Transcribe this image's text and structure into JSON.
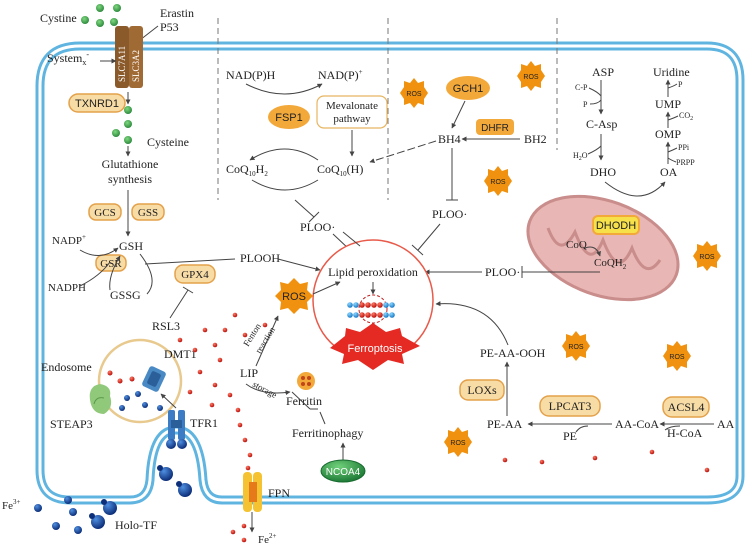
{
  "transport": {
    "cystine": "Cystine",
    "erastin": "Erastin",
    "p53": "P53",
    "system": "System",
    "system_sub": "x",
    "system_sup": "-",
    "slc7a11": "SLC7A11",
    "slc3a2": "SLC3A2",
    "txnrd1": "TXNRD1",
    "cysteine": "Cysteine",
    "gsh_synthesis_1": "Glutathione",
    "gsh_synthesis_2": "synthesis",
    "gcs": "GCS",
    "gss": "GSS",
    "nadp": "NADP",
    "nadp_sup": "+",
    "gsr": "GSR",
    "nadph": "NADPH",
    "gsh": "GSH",
    "gssg": "GSSG",
    "gpx4": "GPX4",
    "plooh": "PLOOH",
    "rsl3": "RSL3"
  },
  "fsp1_axis": {
    "nadph_left": "NAD(P)H",
    "nadp_right": "NAD(P)",
    "nadp_sup": "+",
    "fsp1": "FSP1",
    "mevalonate_1": "Mevalonate",
    "mevalonate_2": "pathway",
    "coq10h2": "CoQ",
    "coq10h2_sub1": "10",
    "coq10h2_tail": "H",
    "coq10h2_sub2": "2",
    "coq10h": "CoQ",
    "coq10h_sub": "10",
    "coq10h_tail": "(H)",
    "ploo": "PLOO·"
  },
  "gch1_axis": {
    "gch1": "GCH1",
    "dhfr": "DHFR",
    "bh4": "BH4",
    "bh2": "BH2",
    "ploo": "PLOO·"
  },
  "dhodh_axis": {
    "asp": "ASP",
    "cp": "C-P",
    "p": "P",
    "casp": "C-Asp",
    "h2o": "H",
    "h2o_sub": "2",
    "h2o_tail": "O",
    "dho": "DHO",
    "uridine": "Uridine",
    "p2": "P",
    "ump": "UMP",
    "co2": "CO",
    "co2_sub": "2",
    "omp": "OMP",
    "ppi": "PPi",
    "prpp": "PRPP",
    "oa": "OA",
    "dhodh": "DHODH",
    "coq": "CoQ",
    "coqh2": "CoQH",
    "coqh2_sub": "2",
    "ploo": "PLOO·"
  },
  "center": {
    "lipid_peroxidation": "Lipid peroxidation",
    "ferroptosis": "Ferroptosis",
    "ros": "ROS"
  },
  "iron": {
    "endosome": "Endosome",
    "dmt1": "DMT1",
    "steap3": "STEAP3",
    "tfr1": "TFR1",
    "lip": "LIP",
    "fenton_1": "Fenton",
    "fenton_2": "reaction",
    "storage": "storage",
    "ferritin": "Ferritin",
    "ferritinophagy": "Ferritinophagy",
    "ncoa4": "NCOA4",
    "fpn": "FPN",
    "fe3": "Fe",
    "fe3_sup": "3+",
    "fe2": "Fe",
    "fe2_sup": "2+",
    "holo_tf": "Holo-TF"
  },
  "lipid": {
    "pe_aa_ooh": "PE-AA-OOH",
    "loxs": "LOXs",
    "lpcat3": "LPCAT3",
    "acsl4": "ACSL4",
    "pe_aa": "PE-AA",
    "aa_coa": "AA-CoA",
    "aa": "AA",
    "pe": "PE",
    "hcoa": "H-CoA"
  },
  "ros_label": "ROS",
  "colors": {
    "membrane": "#5fb4e0",
    "enzyme_fill": "#f8dca6",
    "enzyme_stroke": "#e3a14a",
    "ros_fill": "#f0920f",
    "mito_fill": "#e8b6b4",
    "ferroptosis_red": "#e52a24",
    "ncoa4_green": "#2f9a47",
    "iron_red": "#d8261f",
    "iron_blue": "#1a5aa8"
  }
}
